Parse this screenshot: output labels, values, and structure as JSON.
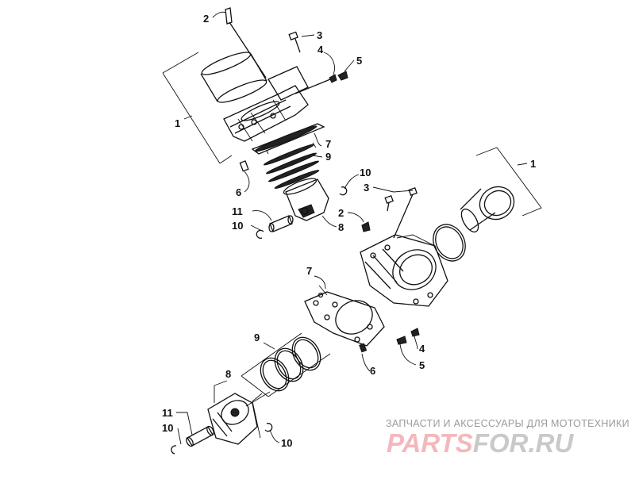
{
  "callouts": {
    "top": {
      "c1": "1",
      "c2": "2",
      "c3": "3",
      "c4": "4",
      "c5": "5",
      "c6": "6",
      "c7": "7",
      "c8": "8",
      "c9": "9",
      "c10a": "10",
      "c10b": "10",
      "c11": "11"
    },
    "bottom": {
      "c1": "1",
      "c2": "2",
      "c3": "3",
      "c4": "4",
      "c5": "5",
      "c6": "6",
      "c7": "7",
      "c8": "8",
      "c9": "9",
      "c10a": "10",
      "c10b": "10",
      "c11": "11"
    }
  },
  "watermark": {
    "caption": "ЗАПЧАСТИ И АКСЕССУАРЫ ДЛЯ МОТОТЕХНИКИ",
    "logo_part1": "PARTS",
    "logo_part2": "FOR.RU",
    "colors": {
      "logo_red": "#f3b8bd",
      "logo_grey": "#c9c9c9",
      "caption": "#9a9a9a"
    }
  }
}
